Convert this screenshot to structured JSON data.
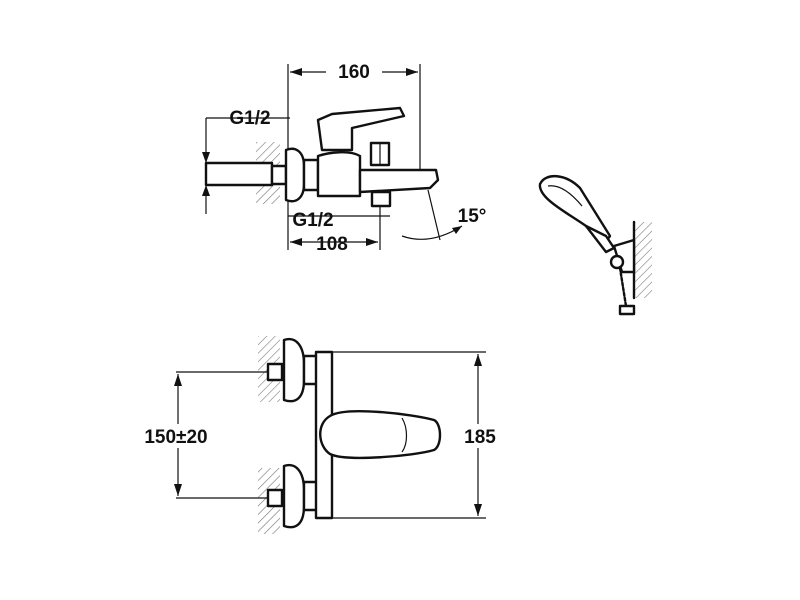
{
  "labels": {
    "top_width": "160",
    "inlet_thread_top": "G1/2",
    "outlet_thread": "G1/2",
    "depth_to_outlet": "108",
    "spout_angle": "15°",
    "center_distance": "150±20",
    "total_height": "185"
  }
}
